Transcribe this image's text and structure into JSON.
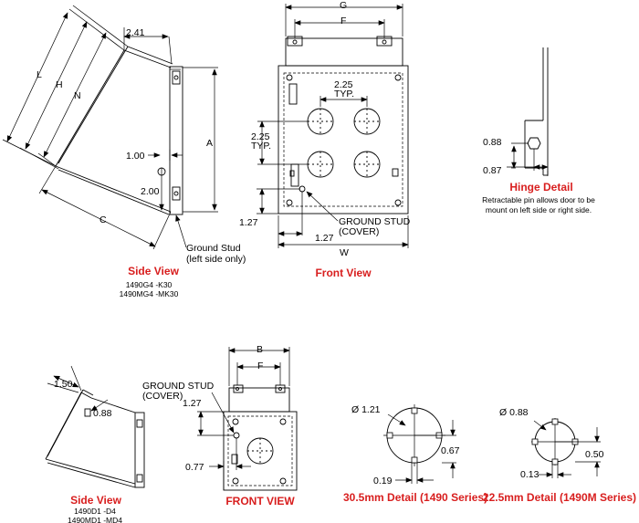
{
  "top_side_view": {
    "dims": {
      "top": "2.41",
      "L": "L",
      "H": "H",
      "N": "N",
      "C": "C",
      "A": "A",
      "d100": "1.00",
      "d200": "2.00"
    },
    "callout": [
      "Ground Stud",
      "(left side only)"
    ],
    "title": "Side View",
    "models": [
      "1490G4 -K30",
      "1490MG4 -MK30"
    ]
  },
  "top_front_view": {
    "dims": {
      "G": "G",
      "F": "F",
      "W": "W",
      "typ_h_val": "2.25",
      "typ_h_typ": "TYP.",
      "typ_v_val": "2.25",
      "typ_v_typ": "TYP.",
      "bottom_v": "1.27",
      "bottom_h": "1.27"
    },
    "callout": [
      "GROUND STUD",
      "(COVER)"
    ],
    "title": "Front View"
  },
  "hinge_detail": {
    "dims": {
      "v": "0.88",
      "h": "0.87"
    },
    "title": "Hinge Detail",
    "note": [
      "Retractable pin allows door to be",
      "mount on left side or right side."
    ]
  },
  "bottom_side_view": {
    "dims": {
      "a": "1.50",
      "b": "0.88"
    },
    "title": "Side View",
    "models": [
      "1490D1 -D4",
      "1490MD1 -MD4"
    ]
  },
  "bottom_front_view": {
    "dims": {
      "B": "B",
      "F": "F",
      "v": "1.27",
      "h": "0.77"
    },
    "callout": [
      "GROUND STUD",
      "(COVER)"
    ],
    "title": "FRONT VIEW"
  },
  "detail_30": {
    "dims": {
      "dia": "Ø 1.21",
      "v": "0.67",
      "h": "0.19"
    },
    "title": "30.5mm Detail (1490 Series)"
  },
  "detail_22": {
    "dims": {
      "dia": "Ø 0.88",
      "v": "0.50",
      "h": "0.13"
    },
    "title": "22.5mm Detail (1490M Series)"
  }
}
